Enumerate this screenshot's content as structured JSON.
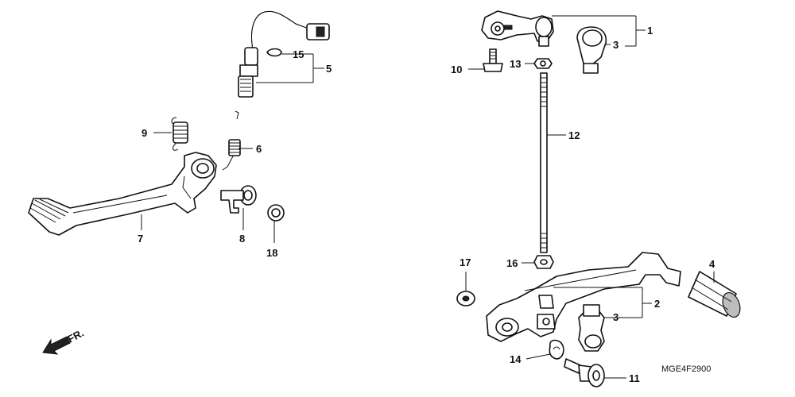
{
  "diagram": {
    "code": "MGE4F2900",
    "front_arrow_label": "FR.",
    "callouts": {
      "p1": "1",
      "p2": "2",
      "p3a": "3",
      "p3b": "3",
      "p4": "4",
      "p5": "5",
      "p6": "6",
      "p7": "7",
      "p8": "8",
      "p9": "9",
      "p10": "10",
      "p11": "11",
      "p12": "12",
      "p13": "13",
      "p14": "14",
      "p15": "15",
      "p16": "16",
      "p17": "17",
      "p18": "18"
    }
  }
}
